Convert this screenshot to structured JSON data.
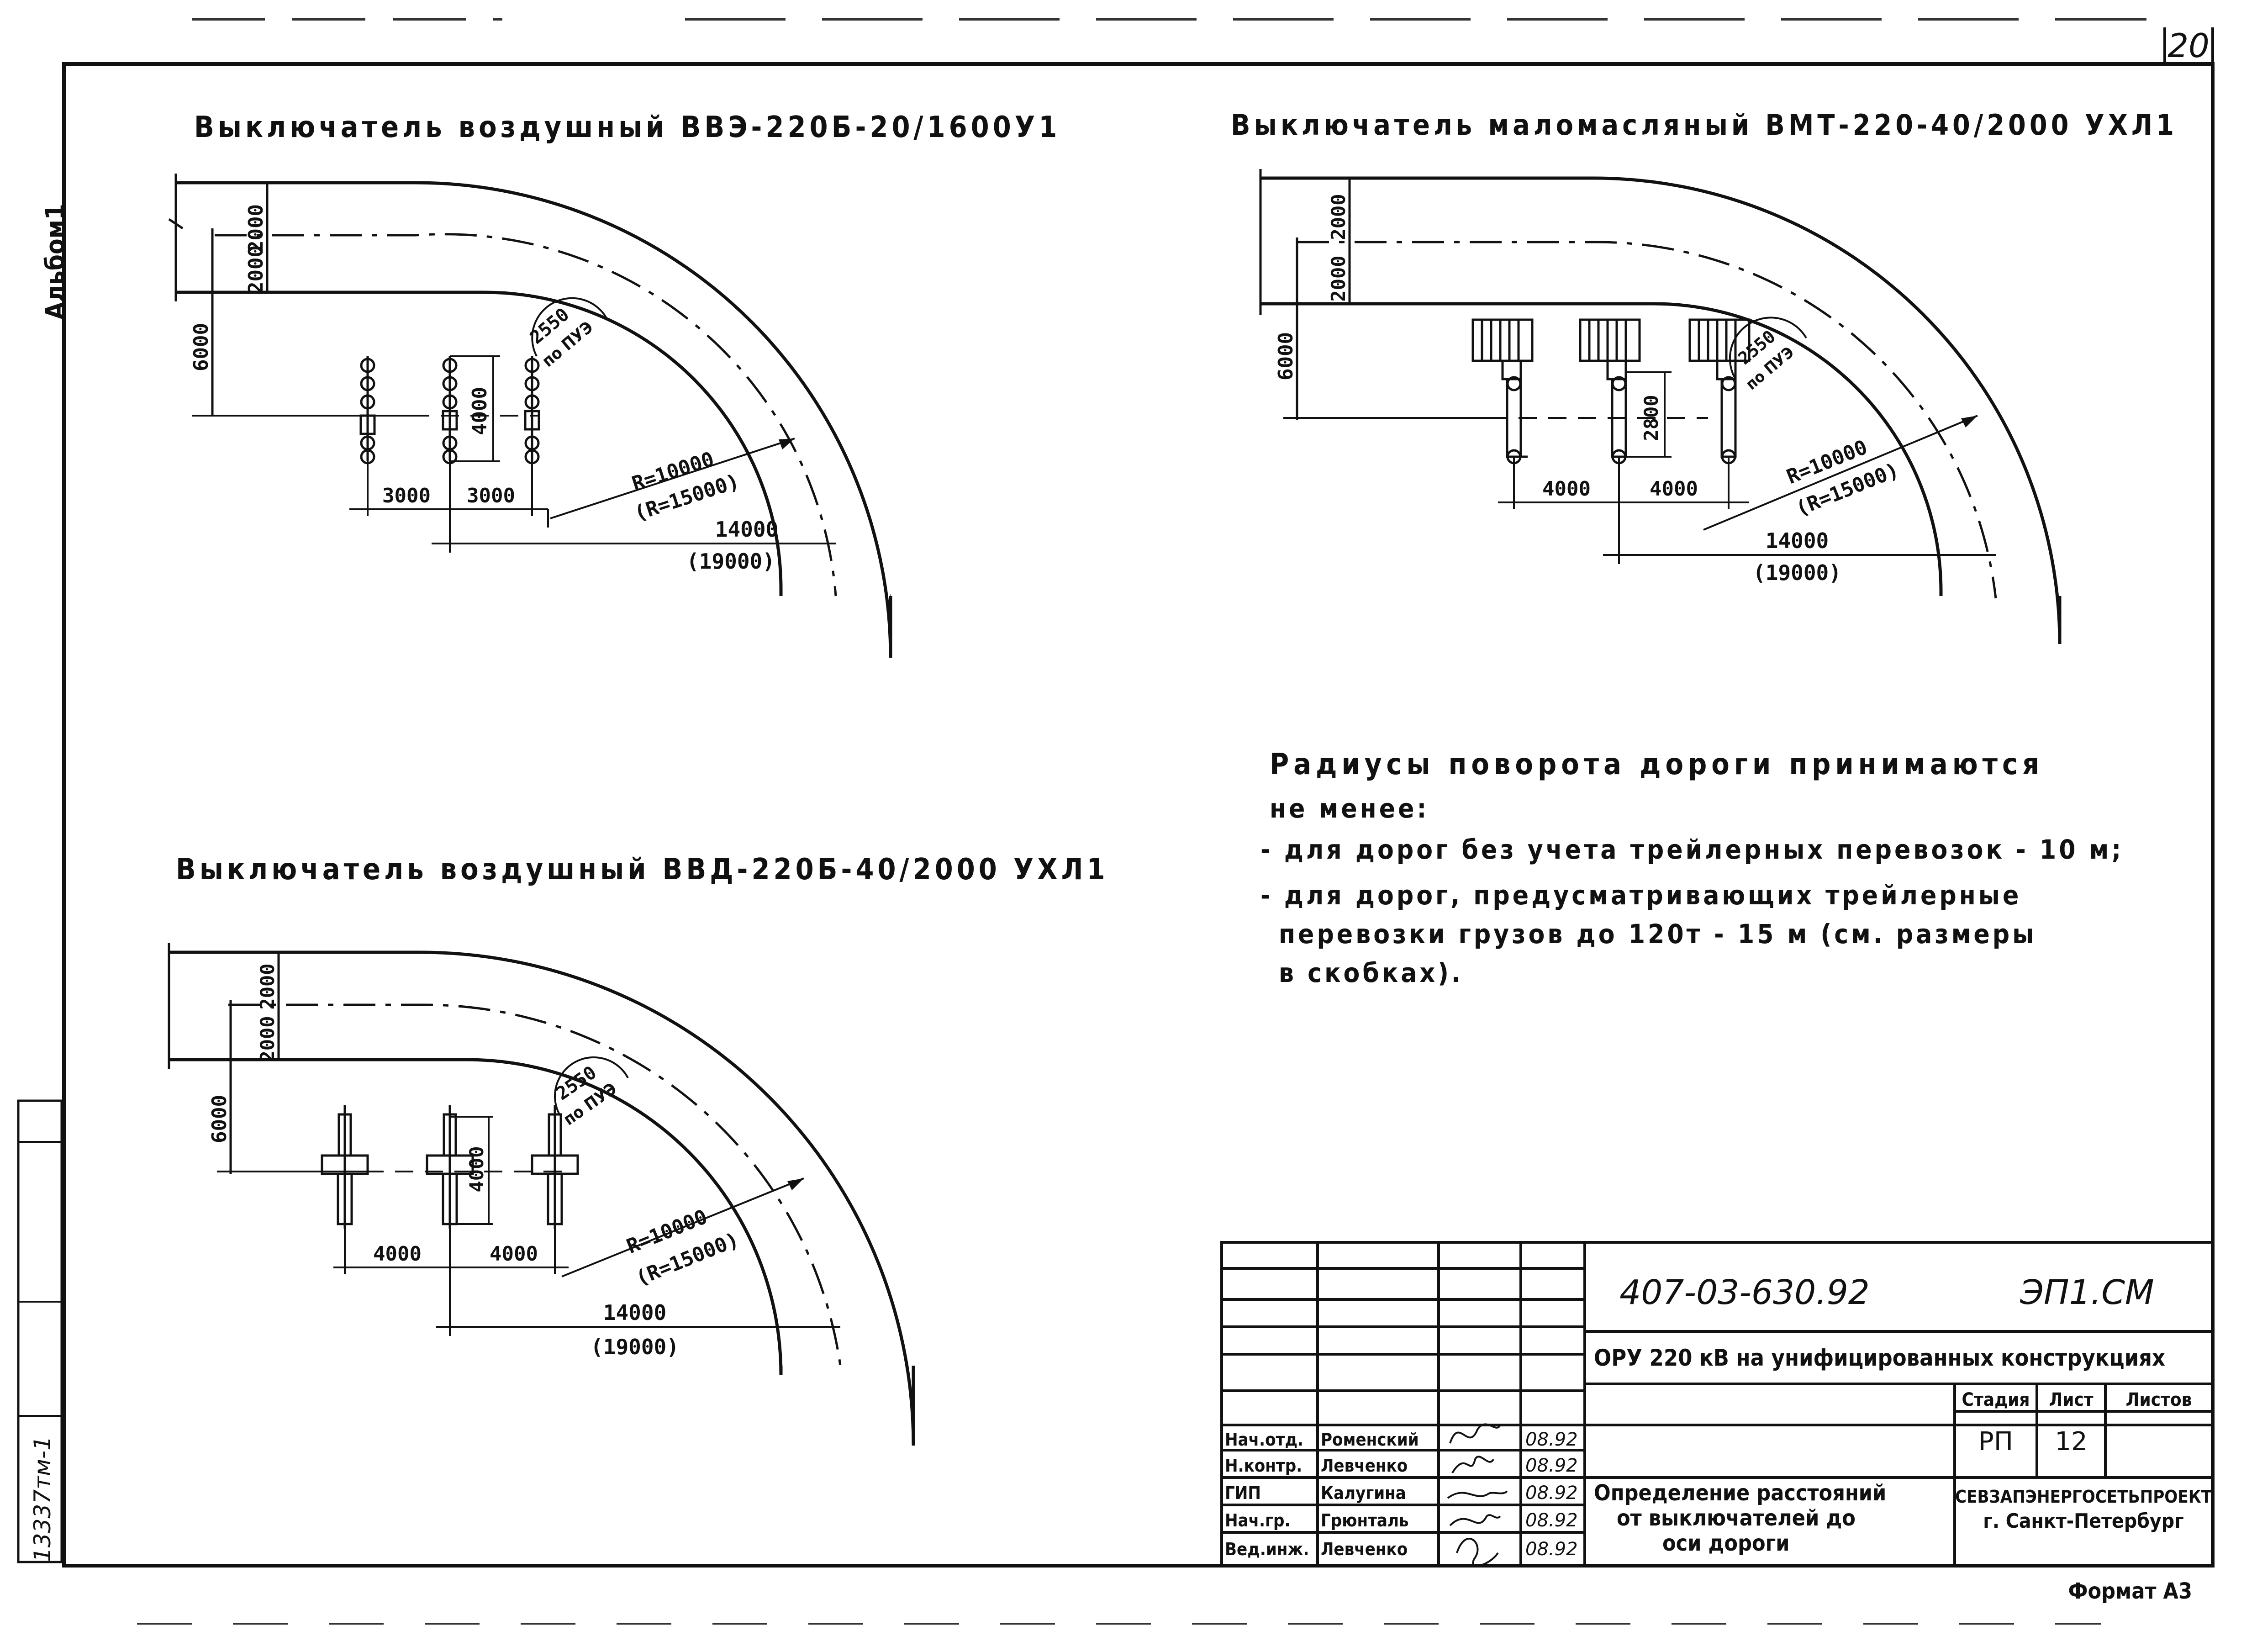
{
  "page_number": "20",
  "album_label": "Альбом1",
  "inventory_number": "13337тм-1",
  "format_label": "Формат А3",
  "notes": {
    "line1": "Радиусы поворота дороги принимаются",
    "line2": "не менее:",
    "line3": "- для дорог без учета трейлерных перевозок - 10 м;",
    "line4": "- для дорог, предусматривающих трейлерные",
    "line5": "перевозки грузов до 120т - 15 м (см. размеры",
    "line6": "в скобках)."
  },
  "panel_a": {
    "title": "Выключатель воздушный ВВЭ-220Б-20/1600У1",
    "dim_road_a": "2000",
    "dim_road_b": "2000",
    "dim_6000": "6000",
    "dim_4000": "4000",
    "dim_2550": "2550",
    "dim_2550_note": "по ПУЭ",
    "radius": "R=10000",
    "radius_alt": "(R=15000)",
    "dim_3000_a": "3000",
    "dim_3000_b": "3000",
    "dim_14000": "14000",
    "dim_14000_alt": "(19000)"
  },
  "panel_b": {
    "title": "Выключатель маломасляный ВМТ-220-40/2000 УХЛ1",
    "dim_road_a": "2000",
    "dim_road_b": "2000",
    "dim_6000": "6000",
    "dim_2800": "2800",
    "dim_2550": "2550",
    "dim_2550_note": "по ПУЭ",
    "radius": "R=10000",
    "radius_alt": "(R=15000)",
    "dim_4000_a": "4000",
    "dim_4000_b": "4000",
    "dim_14000": "14000",
    "dim_14000_alt": "(19000)"
  },
  "panel_c": {
    "title": "Выключатель воздушный ВВД-220Б-40/2000 УХЛ1",
    "dim_road_a": "2000",
    "dim_road_b": "2000",
    "dim_6000": "6000",
    "dim_4000_v": "4000",
    "dim_2550": "2550",
    "dim_2550_note": "по ПУЭ",
    "radius": "R=10000",
    "radius_alt": "(R=15000)",
    "dim_4000_a": "4000",
    "dim_4000_b": "4000",
    "dim_14000": "14000",
    "dim_14000_alt": "(19000)"
  },
  "title_block": {
    "doc_code": "407-03-630.92",
    "sheet_code": "ЭП1.СМ",
    "project": "ОРУ 220 кВ на унифицированных конструкциях",
    "stage_h": "Стадия",
    "sheet_h": "Лист",
    "sheets_h": "Листов",
    "stage": "РП",
    "sheet": "12",
    "drawing_title_1": "Определение расстояний",
    "drawing_title_2": "от выключателей до",
    "drawing_title_3": "оси дороги",
    "org_1": "СЕВЗАПЭНЕРГОСЕТЬПРОЕКТ",
    "org_2": "г. Санкт-Петербург",
    "rows": [
      {
        "role": "Нач.отд.",
        "name": "Роменский",
        "date": "08.92"
      },
      {
        "role": "Н.контр.",
        "name": "Левченко",
        "date": "08.92"
      },
      {
        "role": "ГИП",
        "name": "Калугина",
        "date": "08.92"
      },
      {
        "role": "Нач.гр.",
        "name": "Грюнталь",
        "date": "08.92"
      },
      {
        "role": "Вед.инж.",
        "name": "Левченко",
        "date": "08.92"
      }
    ]
  }
}
